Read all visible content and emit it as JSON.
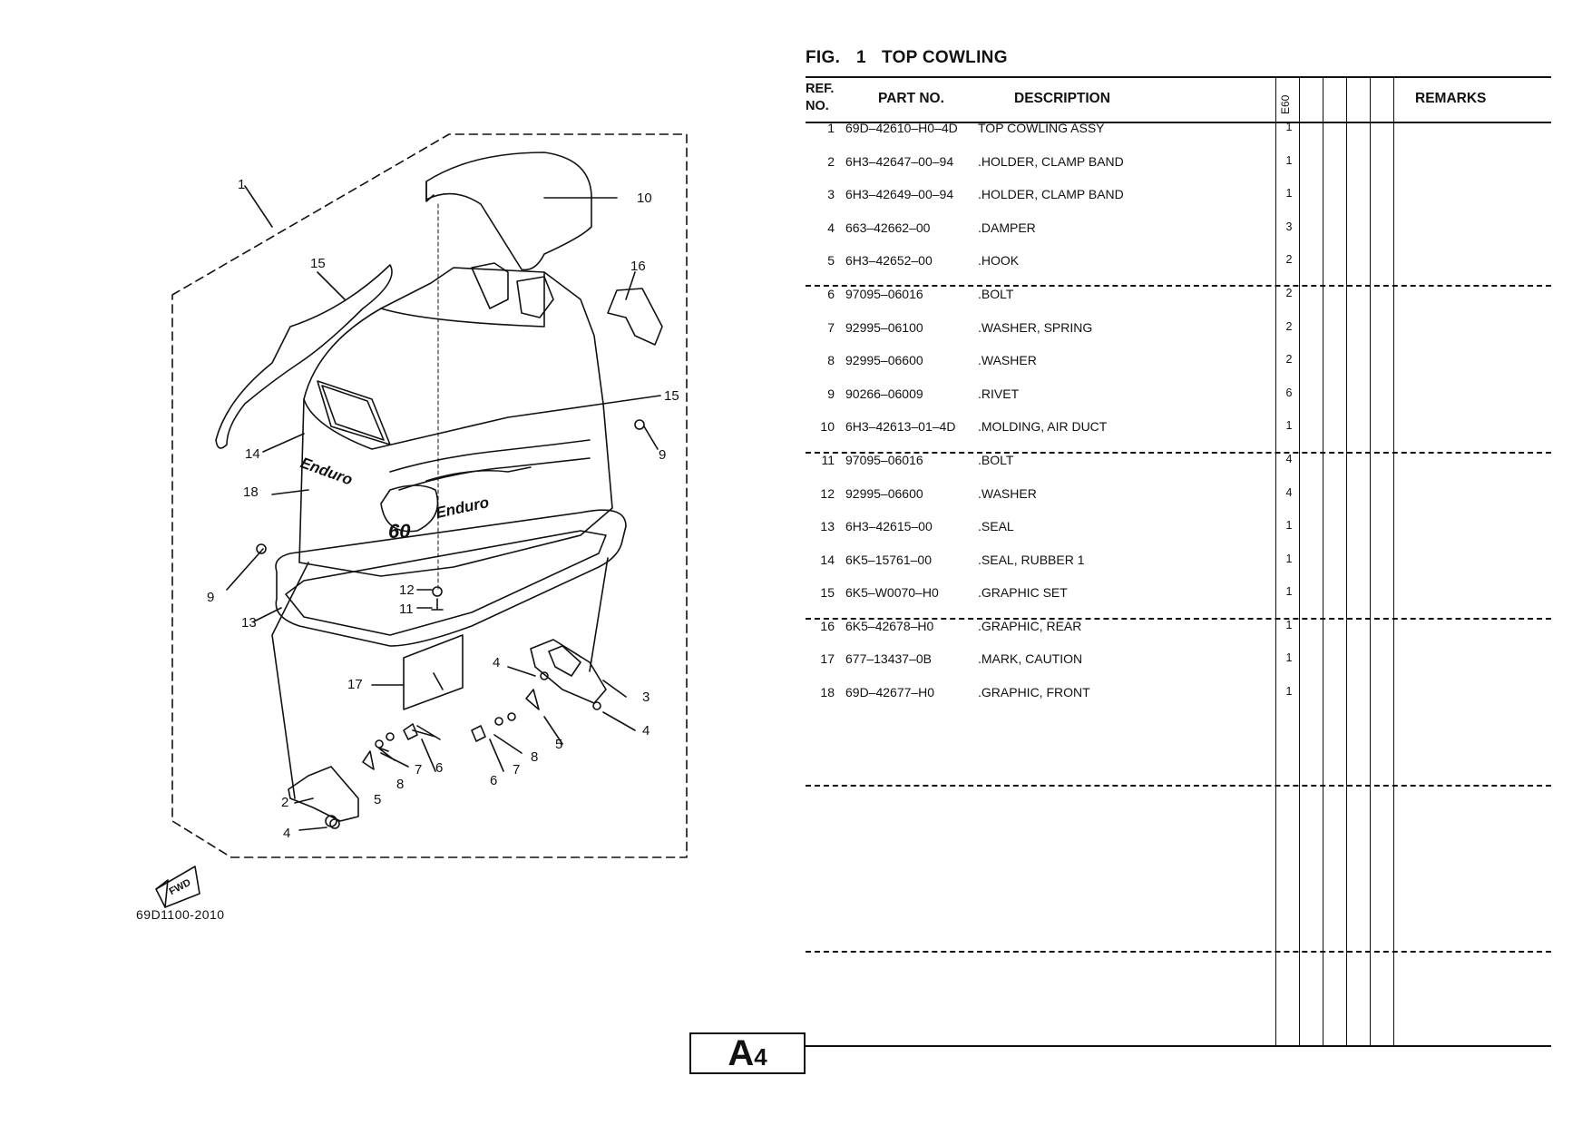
{
  "figure": {
    "label": "FIG.",
    "number": "1",
    "title": "TOP COWLING",
    "code": "69D1100-2010"
  },
  "table_header": {
    "ref_line1": "REF.",
    "ref_line2": "NO.",
    "part_no": "PART NO.",
    "description": "DESCRIPTION",
    "model": "E60",
    "remarks": "REMARKS"
  },
  "parts": [
    {
      "ref": "1",
      "part_no": "69D–42610–H0–4D",
      "description": "TOP COWLING ASSY",
      "qty": "1"
    },
    {
      "ref": "2",
      "part_no": "6H3–42647–00–94",
      "description": ".HOLDER, CLAMP BAND",
      "qty": "1"
    },
    {
      "ref": "3",
      "part_no": "6H3–42649–00–94",
      "description": ".HOLDER, CLAMP BAND",
      "qty": "1"
    },
    {
      "ref": "4",
      "part_no": "663–42662–00",
      "description": ".DAMPER",
      "qty": "3"
    },
    {
      "ref": "5",
      "part_no": "6H3–42652–00",
      "description": ".HOOK",
      "qty": "2"
    },
    {
      "ref": "6",
      "part_no": "97095–06016",
      "description": ".BOLT",
      "qty": "2"
    },
    {
      "ref": "7",
      "part_no": "92995–06100",
      "description": ".WASHER, SPRING",
      "qty": "2"
    },
    {
      "ref": "8",
      "part_no": "92995–06600",
      "description": ".WASHER",
      "qty": "2"
    },
    {
      "ref": "9",
      "part_no": "90266–06009",
      "description": ".RIVET",
      "qty": "6"
    },
    {
      "ref": "10",
      "part_no": "6H3–42613–01–4D",
      "description": ".MOLDING, AIR DUCT",
      "qty": "1"
    },
    {
      "ref": "11",
      "part_no": "97095–06016",
      "description": ".BOLT",
      "qty": "4"
    },
    {
      "ref": "12",
      "part_no": "92995–06600",
      "description": ".WASHER",
      "qty": "4"
    },
    {
      "ref": "13",
      "part_no": "6H3–42615–00",
      "description": ".SEAL",
      "qty": "1"
    },
    {
      "ref": "14",
      "part_no": "6K5–15761–00",
      "description": ".SEAL, RUBBER 1",
      "qty": "1"
    },
    {
      "ref": "15",
      "part_no": "6K5–W0070–H0",
      "description": ".GRAPHIC SET",
      "qty": "1"
    },
    {
      "ref": "16",
      "part_no": "6K5–42678–H0",
      "description": ".GRAPHIC, REAR",
      "qty": "1"
    },
    {
      "ref": "17",
      "part_no": "677–13437–0B",
      "description": ".MARK, CAUTION",
      "qty": "1"
    },
    {
      "ref": "18",
      "part_no": "69D–42677–H0",
      "description": ".GRAPHIC, FRONT",
      "qty": "1"
    }
  ],
  "callouts": [
    "1",
    "15",
    "10",
    "16",
    "15",
    "9",
    "14",
    "18",
    "9",
    "13",
    "12",
    "11",
    "17",
    "4",
    "3",
    "4",
    "5",
    "6",
    "7",
    "8",
    "6",
    "7",
    "8",
    "5",
    "2",
    "4"
  ],
  "diagram_text": {
    "brand_side": "Enduro",
    "brand_front": "Enduro",
    "model_badge": "60",
    "fwd_label": "FWD"
  },
  "page": {
    "letter": "A",
    "number": "4"
  }
}
